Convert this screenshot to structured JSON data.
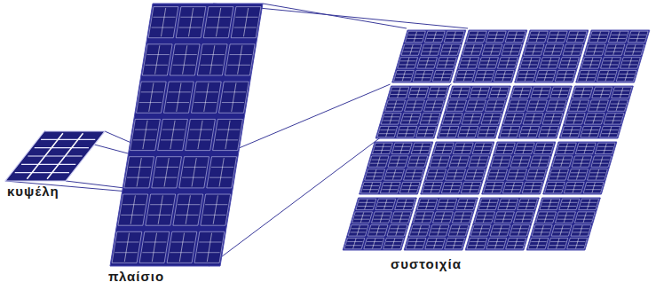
{
  "diagram": {
    "labels": [
      "κυψέλη",
      "πλαίσιο",
      "συστοιχία"
    ]
  }
}
